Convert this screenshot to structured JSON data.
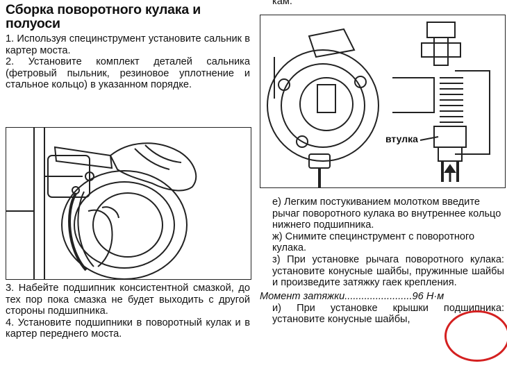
{
  "left": {
    "title": "Сборка поворотного кулака и полуоси",
    "steps_top": [
      "1. Используя специнструмент установите сальник в картер моста.",
      "2. Установите комплект деталей сальника (фетровый пыльник, резиновое уплотнение и стальное кольцо) в указанном порядке."
    ],
    "steps_bottom": [
      "3. Набейте подшипник консистентной смазкой, до тех пор пока смазка не будет выходить с другой стороны подшипника.",
      "4. Установите подшипники в поворотный кулак и в картер переднего моста."
    ]
  },
  "right": {
    "top_fragment": "кам.",
    "figure_label": "втулка",
    "steps": [
      "е) Легким постукиванием молотком введите рычаг поворотного кулака во внутреннее кольцо нижнего подшипника.",
      "ж) Снимите специнструмент с поворотного кулака.",
      "з) При установке рычага поворотного кулака: установите конусные шайбы, пружинные шайбы и произведите затяжку гаек крепления."
    ],
    "torque": {
      "label": "Момент затяжки",
      "dots": "........................",
      "value": "96 Н·м"
    },
    "step_last": "и) При установке крышки подшипника: установите конусные шайбы,"
  },
  "colors": {
    "annotation_circle": "#d42020"
  }
}
